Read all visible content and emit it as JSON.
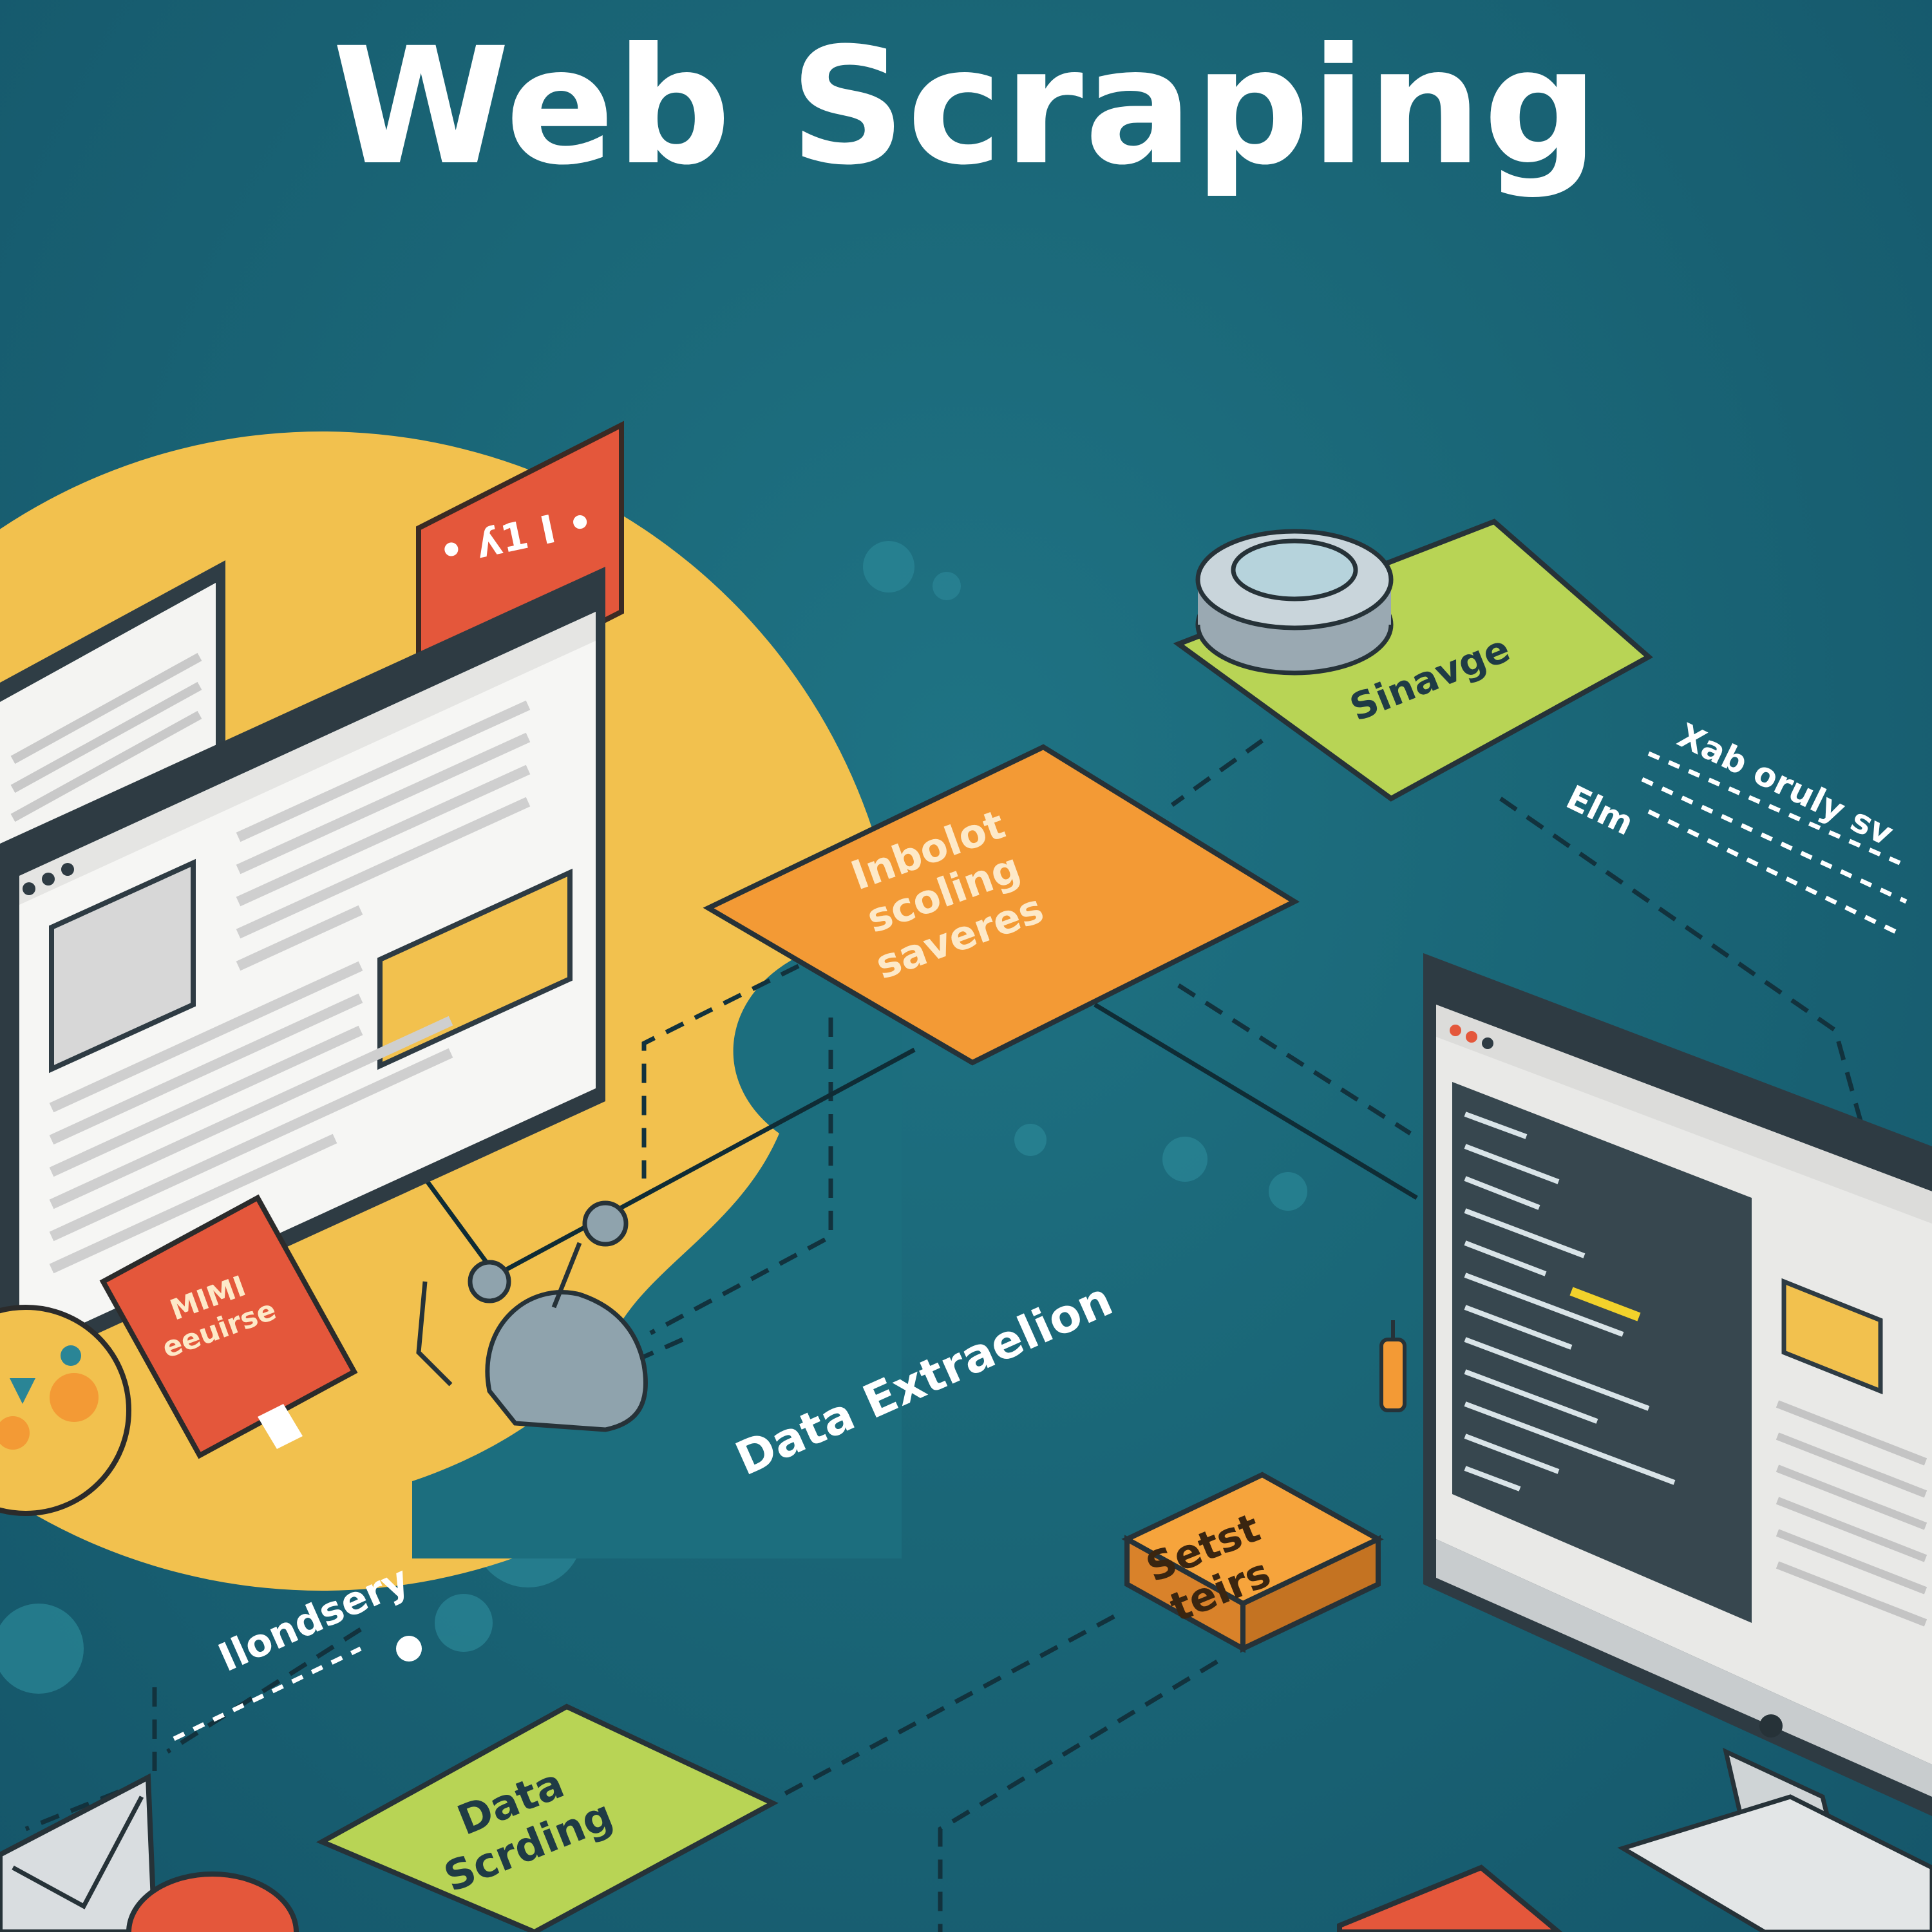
{
  "title": "Web Scraping",
  "labels": {
    "storage": "Sinavge",
    "robot_line1": "Inbolot",
    "robot_line2": "scoling",
    "robot_line3": "saveres",
    "data_extraction": "Data Extraelion",
    "industry": "Ilondsery",
    "setup_line1": "Setst",
    "setup_line2": "teirs",
    "scoring_line1": "Data",
    "scoring_line2": "Scrding",
    "kab": "Xab oruly sv",
    "elm": "Elm",
    "book_line1": "MIMI",
    "book_line2": "eeuirse",
    "flag": "• ʎ1 I •"
  },
  "colors": {
    "background": "#1a6677",
    "sun": "#f2c14e",
    "orange": "#f39a35",
    "lime": "#b8d455",
    "red": "#e4573b",
    "white": "#ffffff",
    "dark": "#263238"
  }
}
